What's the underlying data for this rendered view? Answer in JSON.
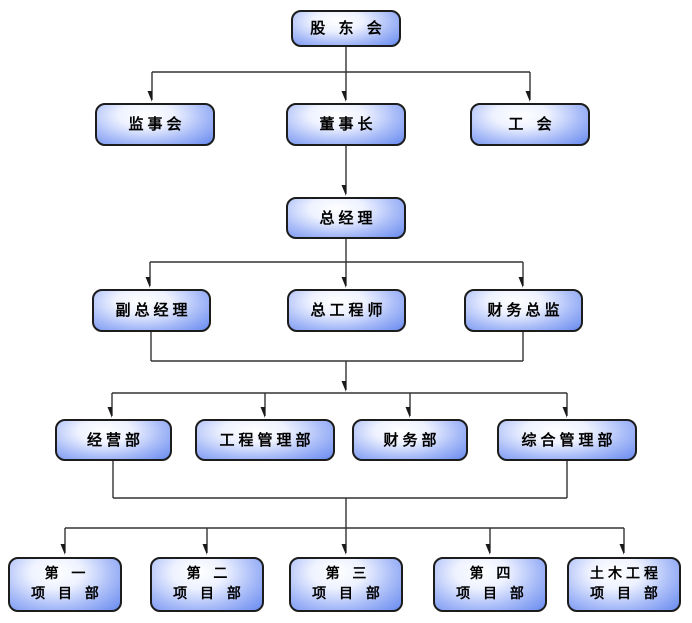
{
  "page": {
    "background": "#ffffff"
  },
  "colors": {
    "box_border": "#1c1c1c",
    "box_gradient_center": "#ffffff",
    "box_gradient_mid": "#a9bcf8",
    "box_gradient_edge": "#5d82ee",
    "connector_line": "#333333",
    "text": "#000000"
  },
  "org_chart": {
    "type": "org-hierarchy-diagram",
    "nodes": [
      {
        "id": "shareholders-meeting",
        "label": "股 东 会"
      },
      {
        "id": "supervisory-board",
        "label": "监事会"
      },
      {
        "id": "chairman",
        "label": "董事长"
      },
      {
        "id": "labor-union",
        "label": "工 会"
      },
      {
        "id": "general-manager",
        "label": "总经理"
      },
      {
        "id": "deputy-general-manager",
        "label": "副总经理"
      },
      {
        "id": "chief-engineer",
        "label": "总工程师"
      },
      {
        "id": "finance-director",
        "label": "财务总监"
      },
      {
        "id": "operations-dept",
        "label": "经营部"
      },
      {
        "id": "engineering-management-dept",
        "label": "工程管理部"
      },
      {
        "id": "finance-dept",
        "label": "财务部"
      },
      {
        "id": "general-management-dept",
        "label": "综合管理部"
      },
      {
        "id": "project-dept-1",
        "lines": [
          "第 一",
          "项 目 部"
        ]
      },
      {
        "id": "project-dept-2",
        "lines": [
          "第 二",
          "项 目 部"
        ]
      },
      {
        "id": "project-dept-3",
        "lines": [
          "第 三",
          "项 目 部"
        ]
      },
      {
        "id": "project-dept-4",
        "lines": [
          "第 四",
          "项 目 部"
        ]
      },
      {
        "id": "civil-engineering-project-dept",
        "lines": [
          "土木工程",
          "项 目 部"
        ]
      }
    ],
    "edges": [
      {
        "from": [
          "shareholders-meeting"
        ],
        "to": [
          "supervisory-board",
          "chairman",
          "labor-union"
        ]
      },
      {
        "from": [
          "chairman"
        ],
        "to": [
          "general-manager"
        ]
      },
      {
        "from": [
          "general-manager"
        ],
        "to": [
          "deputy-general-manager",
          "chief-engineer",
          "finance-director"
        ]
      },
      {
        "from": [
          "deputy-general-manager",
          "finance-director"
        ],
        "to": [
          "operations-dept",
          "engineering-management-dept",
          "finance-dept",
          "general-management-dept"
        ]
      },
      {
        "from": [
          "operations-dept",
          "general-management-dept"
        ],
        "to": [
          "project-dept-1",
          "project-dept-2",
          "project-dept-3",
          "project-dept-4",
          "civil-engineering-project-dept"
        ]
      }
    ]
  }
}
